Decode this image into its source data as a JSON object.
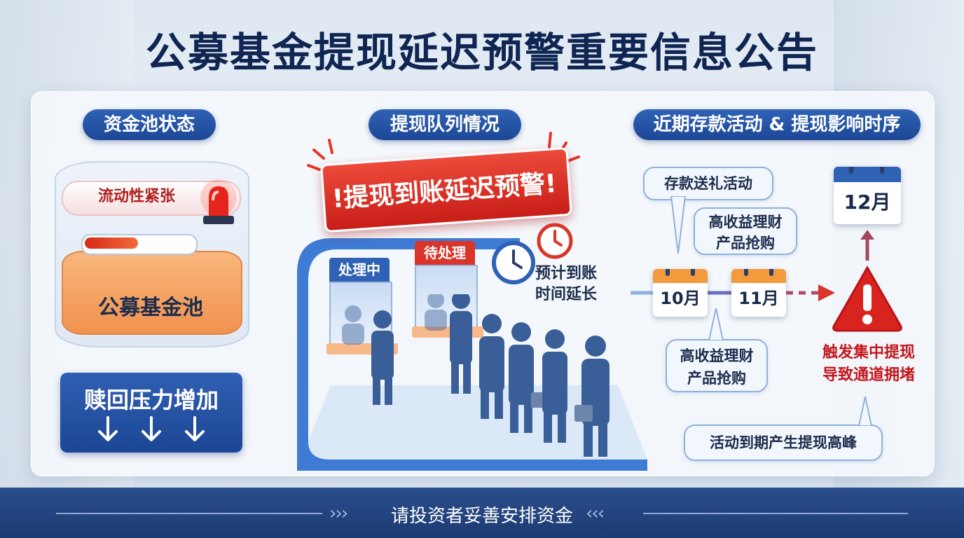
{
  "header": {
    "title_left": "公募基金提现延迟预警",
    "title_right": "重要信息公告"
  },
  "left": {
    "section_title": "资金池状态",
    "liquidity_label": "流动性紧张",
    "liquidity_level": 0.5,
    "pool_label": "公募基金池",
    "pressure_label": "赎回压力增加"
  },
  "middle": {
    "section_title": "提现队列情况",
    "banner_text": "!提现到账延迟预警!",
    "window_processing": "处理中",
    "window_pending": "待处理",
    "eta_line1": "预计到账",
    "eta_line2": "时间延长"
  },
  "right": {
    "section_title": "近期存款活动 & 提现影响时序",
    "bubble_gift": "存款送礼活动",
    "bubble_wealth_top_line1": "高收益理财",
    "bubble_wealth_top_line2": "产品抢购",
    "bubble_wealth_bottom_line1": "高收益理财",
    "bubble_wealth_bottom_line2": "产品抢购",
    "cal_oct": "10月",
    "cal_nov": "11月",
    "cal_dec": "12月",
    "warning_line1": "触发集中提现",
    "warning_line2": "导致通道拥堵",
    "bubble_peak": "活动到期产生提现高峰",
    "colors": {
      "cal_orange": "#f39a3c",
      "cal_blue": "#2f62b5",
      "warning_red": "#d9231e"
    }
  },
  "footer": {
    "text": "请投资者妥善安排资金"
  }
}
